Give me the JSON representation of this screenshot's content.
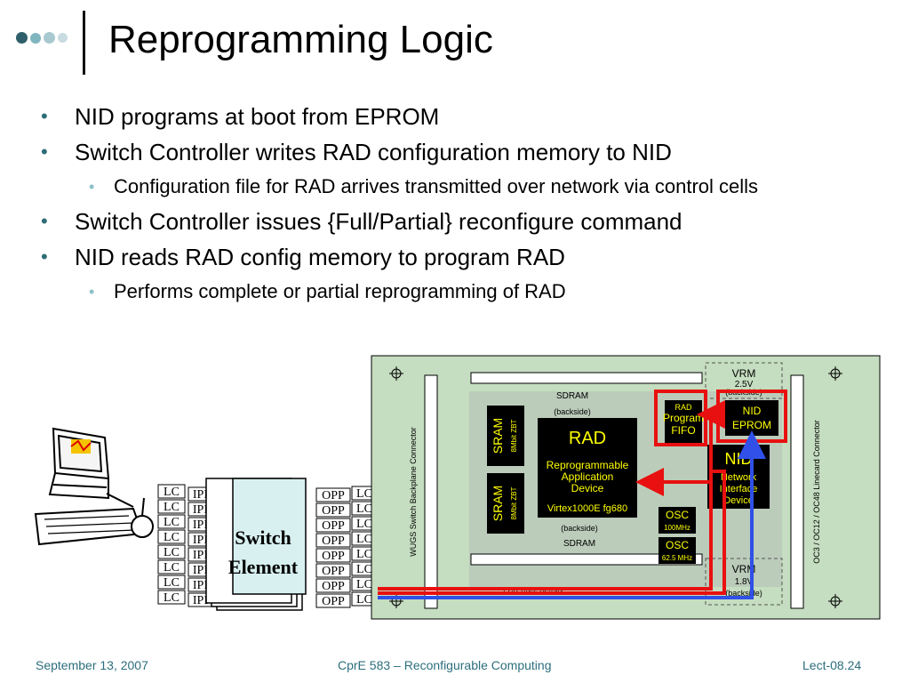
{
  "slide": {
    "title": "Reprogramming Logic",
    "bullets": [
      {
        "level": 1,
        "text": "NID programs at boot from EPROM"
      },
      {
        "level": 1,
        "text": "Switch Controller writes RAD configuration memory to NID"
      },
      {
        "level": 2,
        "text": "Configuration file for RAD arrives transmitted over network via control cells"
      },
      {
        "level": 1,
        "text": "Switch Controller issues {Full/Partial} reconfigure command"
      },
      {
        "level": 1,
        "text": "NID reads RAD config memory to program RAD"
      },
      {
        "level": 2,
        "text": "Performs complete or partial reprogramming of RAD"
      }
    ]
  },
  "diagram": {
    "lc": "LC",
    "ipp": "IPP",
    "opp": "OPP",
    "switch_element": [
      "Switch",
      "Element"
    ],
    "board": {
      "backplane_connector": "WUGS Switch Backplane Connector",
      "linecard_connector": "OC3 / OC12 / OC48 Linecard Connector",
      "sdram": "SDRAM",
      "backside": "(backside)",
      "sram": "SRAM",
      "sram_type": "8Mbit ZBT",
      "rad_title": "RAD",
      "rad_desc": [
        "Reprogrammable",
        "Application",
        "Device"
      ],
      "rad_part": "Virtex1000E fg680",
      "rad_program": [
        "RAD",
        "Program",
        "FIFO"
      ],
      "nid_eprom": [
        "NID",
        "EPROM"
      ],
      "nid_title": "NID",
      "nid_desc": [
        "Network",
        "Interface",
        "Device"
      ],
      "vrm_top": [
        "VRM",
        "2.5V",
        "(backside)"
      ],
      "vrm_bottom": [
        "VRM",
        "1.8V",
        "(backside)"
      ],
      "osc1": [
        "OSC",
        "100MHz"
      ],
      "osc2": [
        "OSC",
        "62.5 MHz"
      ],
      "pcb_trace": "PCB Trace Density"
    },
    "colors": {
      "board": "#c5ddc0",
      "chip": "#000000",
      "chip_text": "#ffff00",
      "red_arrow": "#e81010",
      "blue_arrow": "#3050e8"
    }
  },
  "footer": {
    "date": "September 13, 2007",
    "course": "CprE 583 – Reconfigurable Computing",
    "lecture": "Lect-08.24"
  }
}
